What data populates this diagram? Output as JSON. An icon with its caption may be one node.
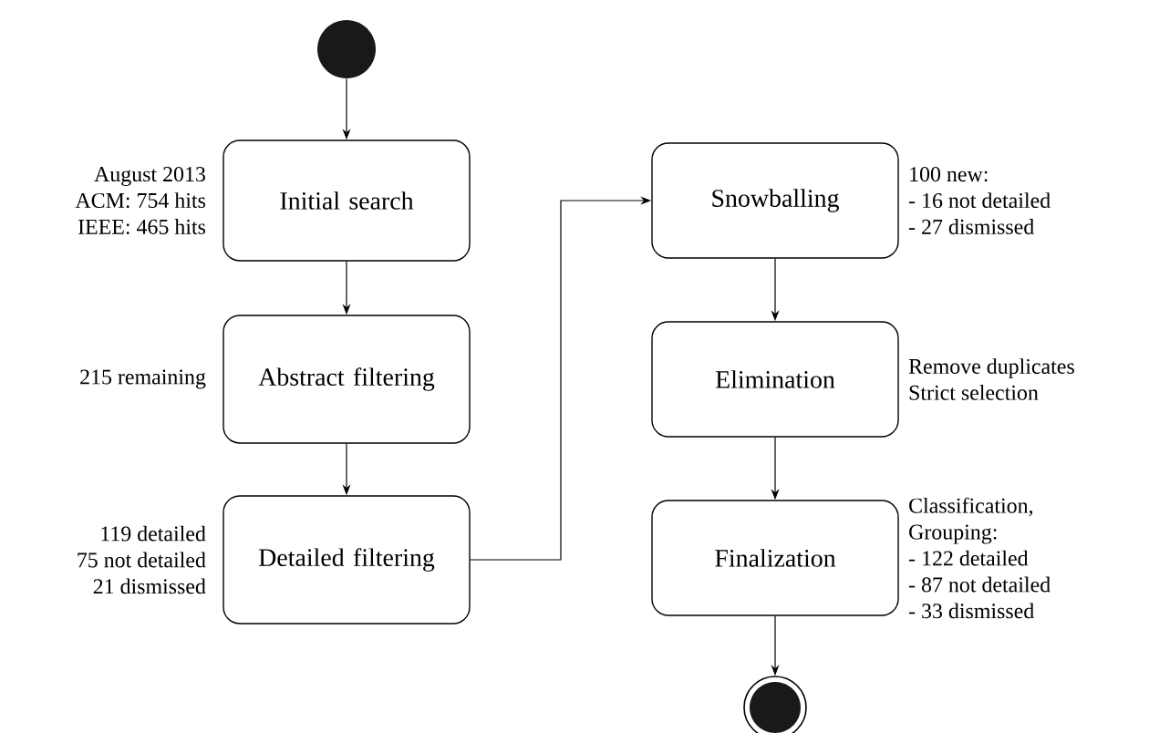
{
  "diagram": {
    "nodes": [
      {
        "text": [],
        "shape": "circle"
      },
      {
        "text": [
          "Initial search"
        ],
        "beside": [
          "August 2013",
          "ACM: 754 hits",
          "IEEE: 465 hits"
        ]
      },
      {
        "text": [
          "Abstract filtering"
        ],
        "beside": [
          "215 remaining"
        ]
      },
      {
        "text": [
          "Detailed filtering"
        ],
        "beside": [
          "119 detailed",
          "75 not detailed",
          "21 dismissed"
        ]
      },
      {
        "text": [
          "Snowballing"
        ],
        "beside": [
          "100 new:",
          "- 16 not detailed",
          "- 27 dismissed"
        ]
      },
      {
        "text": [
          "Elimination"
        ],
        "beside": [
          "Remove duplicates",
          "Strict selection"
        ]
      },
      {
        "text": [
          "Finalization"
        ],
        "beside": [
          "Classification,",
          "Grouping:",
          "- 122 detailed",
          "- 87 not detailed",
          "- 33 dismissed"
        ]
      },
      {
        "text": [],
        "shape": "circle"
      }
    ],
    "edges": [
      {
        "from": 0,
        "to": 1,
        "arrow": "to"
      },
      {
        "from": 1,
        "to": 2,
        "arrow": "to"
      },
      {
        "from": 2,
        "to": 3,
        "arrow": "to"
      },
      {
        "from": 3,
        "to": 4,
        "arrow": "to"
      },
      {
        "from": 4,
        "to": 5,
        "arrow": "to"
      },
      {
        "from": 5,
        "to": 6,
        "arrow": "to"
      },
      {
        "from": 6,
        "to": 7,
        "arrow": "to"
      }
    ]
  }
}
